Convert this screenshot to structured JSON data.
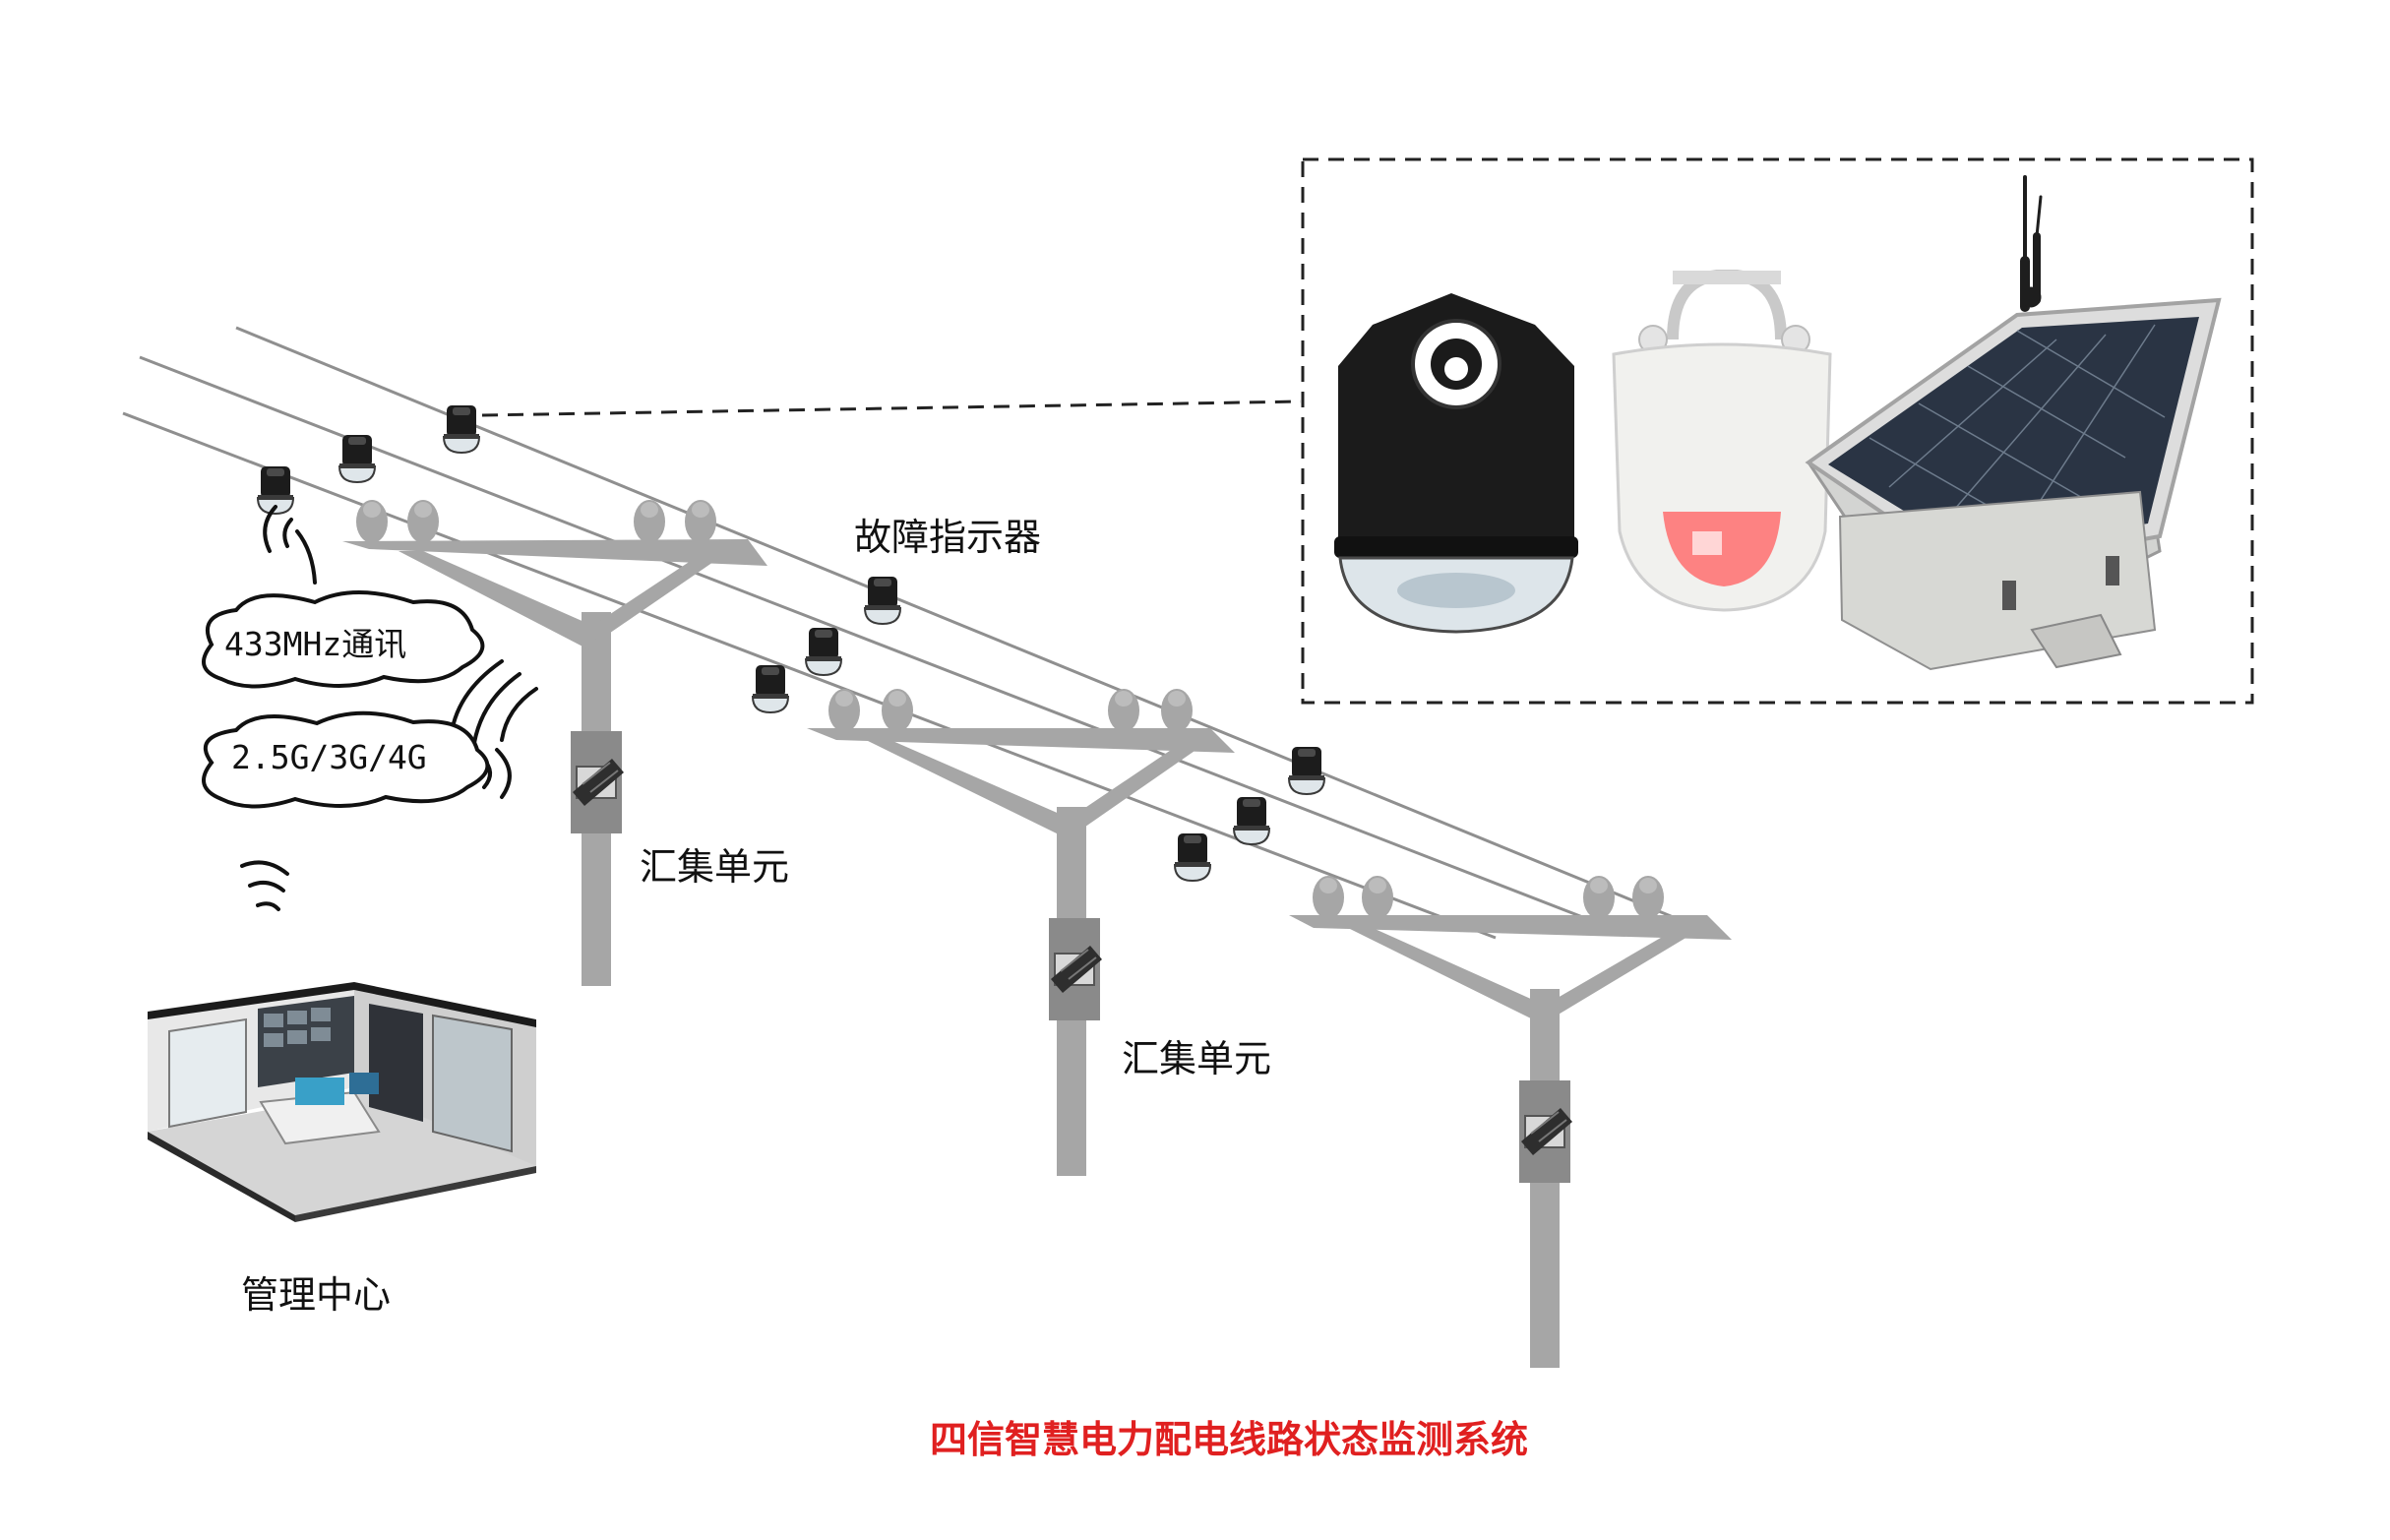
{
  "labels": {
    "fault_indicator": "故障指示器",
    "aggregation_unit_1": "汇集单元",
    "aggregation_unit_2": "汇集单元",
    "management_center": "管理中心",
    "comm_433": "433MHz通讯",
    "comm_cellular": "2.5G/3G/4G",
    "system_title": "四信智慧电力配电线路状态监测系统"
  },
  "colors": {
    "pole": "#a6a6a6",
    "wire": "#8f8f8f",
    "device": "#1c1c1c",
    "title": "#e02020",
    "dash_box": "#222222"
  },
  "icons": [
    "fault-indicator-icon",
    "aggregation-unit-icon",
    "wireless-signal-icon",
    "solar-panel-icon",
    "antenna-icon",
    "control-room-icon"
  ]
}
